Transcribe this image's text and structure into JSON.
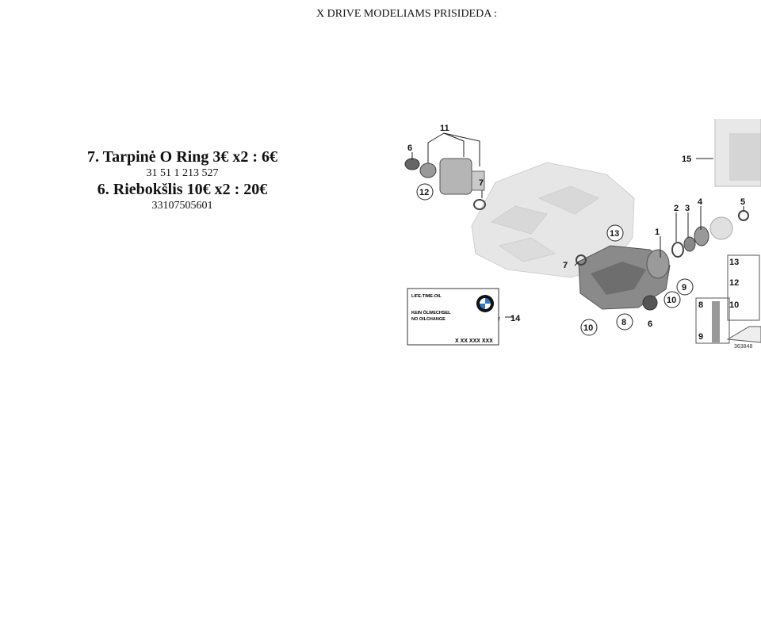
{
  "header": {
    "text": "X DRIVE MODELIAMS PRISIDEDA :"
  },
  "parts": [
    {
      "title": "7. Tarpinė O Ring 3€ x2 : 6€",
      "number": "31 51 1 213 527"
    },
    {
      "title": "6. Riebokšlis 10€ x2 : 20€",
      "number": "33107505601"
    }
  ],
  "diagram": {
    "callouts": [
      "11",
      "6",
      "12",
      "7",
      "15",
      "2",
      "3",
      "4",
      "5",
      "13",
      "1",
      "7",
      "9",
      "10",
      "6",
      "8",
      "10",
      "14",
      "13",
      "12",
      "8",
      "10",
      "9"
    ],
    "label_box": {
      "line1": "LIFE-TIME-OIL",
      "line2": "KEIN ÖLWECHSEL",
      "line3": "NO OILCHANGE",
      "code": "X XX XXX XXX"
    },
    "figure_number": "363848"
  }
}
